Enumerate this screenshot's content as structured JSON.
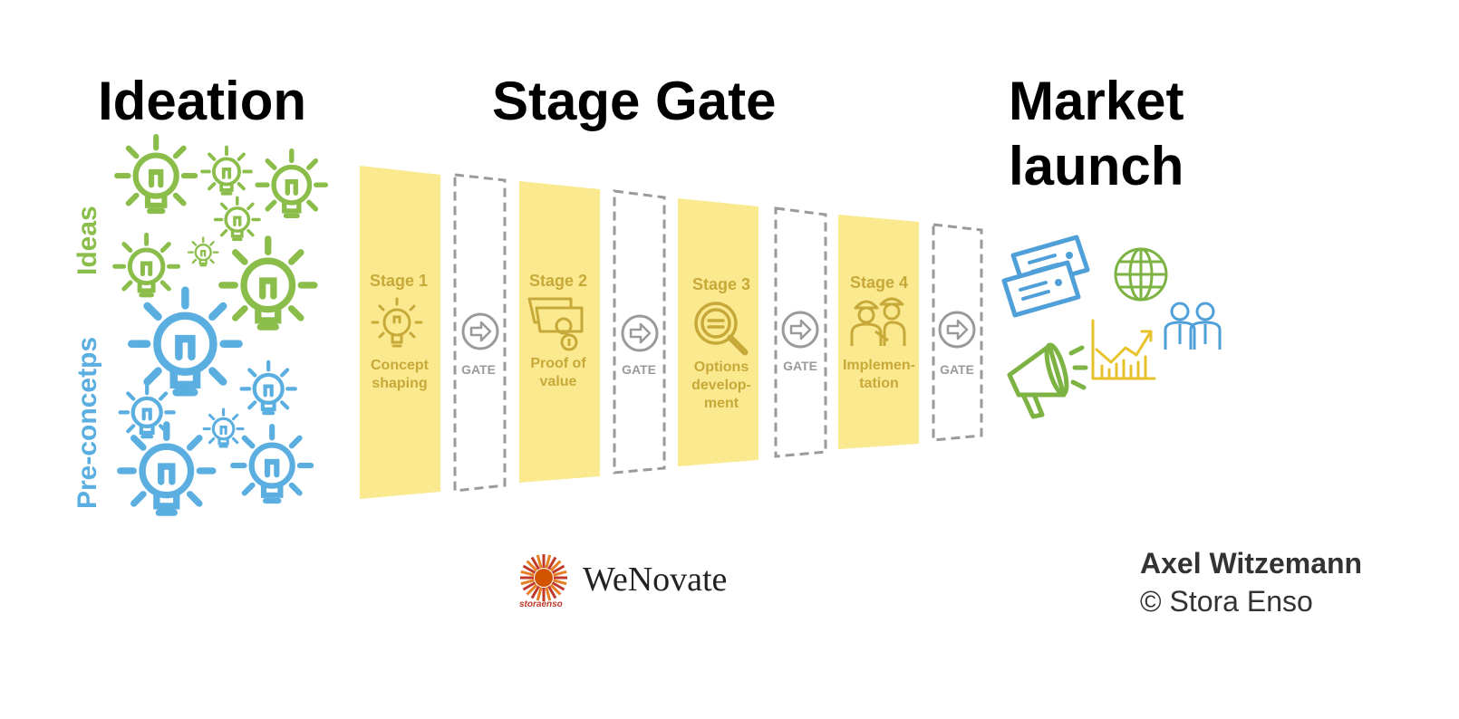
{
  "headings": {
    "ideation": "Ideation",
    "stage_gate": "Stage Gate",
    "market_line1": "Market",
    "market_line2": "launch"
  },
  "side_labels": {
    "ideas": "Ideas",
    "pre_concepts": "Pre-concetps"
  },
  "stages": [
    {
      "title": "Stage 1",
      "desc_lines": [
        "Concept",
        "shaping"
      ],
      "icon": "lightbulb-icon"
    },
    {
      "title": "Stage 2",
      "desc_lines": [
        "Proof of",
        "value"
      ],
      "icon": "money-icon"
    },
    {
      "title": "Stage 3",
      "desc_lines": [
        "Options",
        "develop-",
        "ment"
      ],
      "icon": "magnifier-icon"
    },
    {
      "title": "Stage 4",
      "desc_lines": [
        "Implemen-",
        "tation"
      ],
      "icon": "workers-icon"
    }
  ],
  "gate_label": "GATE",
  "market_icons": [
    "tickets-icon",
    "globe-icon",
    "people-icon",
    "megaphone-icon",
    "growth-chart-icon"
  ],
  "footer": {
    "brand_name": "WeNovate",
    "logo_text": "storaenso",
    "author": "Axel Witzemann",
    "copyright": "© Stora Enso"
  },
  "colors": {
    "ideas_green": "#8bbd4b",
    "preconcepts_blue": "#5aaee0",
    "stage_fill": "#fbe98f",
    "stage_text": "#c7a93a",
    "gate_gray": "#9a9a9a",
    "market_blue": "#4f9fd9",
    "market_green": "#7cb342",
    "market_yellow": "#e8c22a"
  }
}
